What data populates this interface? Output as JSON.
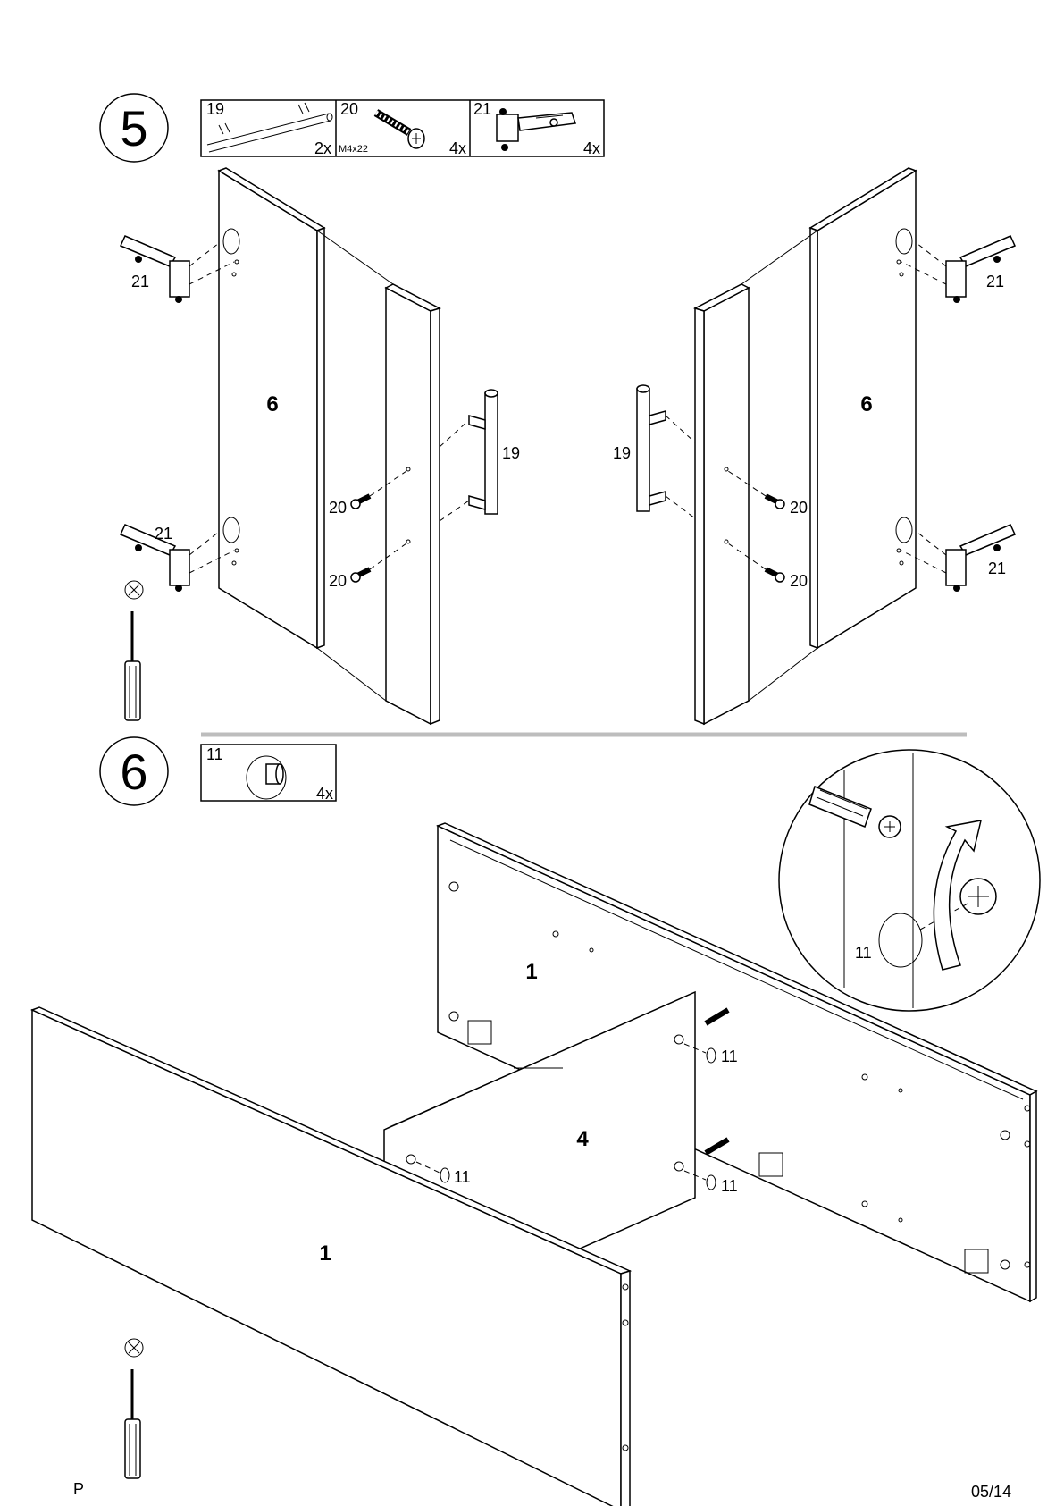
{
  "step5": {
    "number": "5",
    "parts": [
      {
        "id": "19",
        "qty": "2x",
        "note": ""
      },
      {
        "id": "20",
        "qty": "4x",
        "note": "M4x22"
      },
      {
        "id": "21",
        "qty": "4x",
        "note": ""
      }
    ],
    "panel_label_left": "6",
    "panel_label_right": "6",
    "callouts": {
      "hinge_top_left": "21",
      "hinge_bottom_left": "21",
      "hinge_top_right": "21",
      "hinge_bottom_right": "21",
      "handle_left": "19",
      "handle_right": "19",
      "screw_left_top": "20",
      "screw_left_bottom": "20",
      "screw_right_top": "20",
      "screw_right_bottom": "20"
    }
  },
  "step6": {
    "number": "6",
    "parts": [
      {
        "id": "11",
        "qty": "4x"
      }
    ],
    "panel_back_label": "1",
    "panel_front_label": "1",
    "panel_middle_label": "4",
    "callouts": {
      "cap_top": "11",
      "cap_left": "11",
      "cap_bottom": "11",
      "cap_detail": "11"
    }
  },
  "footer": {
    "left": "P",
    "page": "05/14"
  }
}
